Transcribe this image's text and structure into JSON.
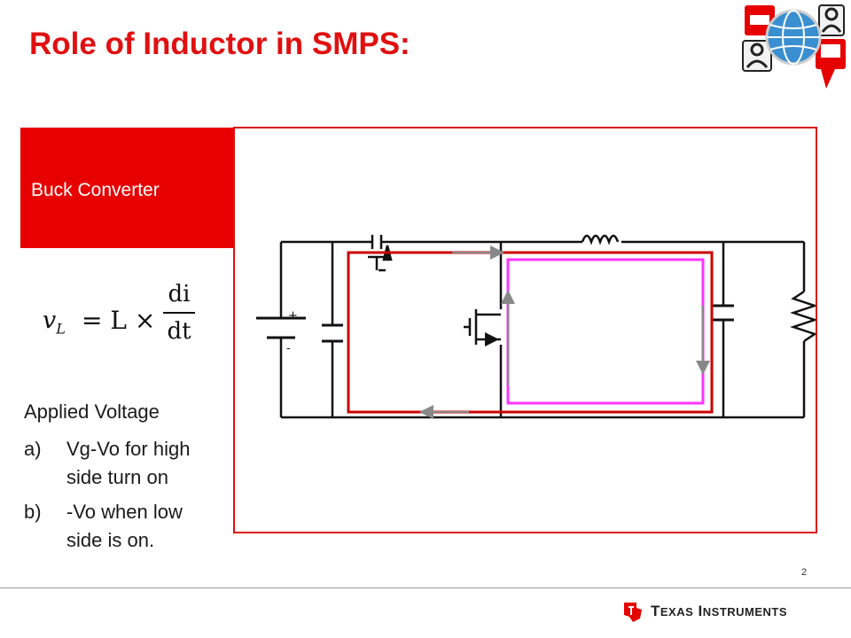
{
  "title": "Role of Inductor in SMPS:",
  "section_label": "Buck Converter",
  "formula": {
    "lhs": "v",
    "lhs_sub": "L",
    "eq": "= L ×",
    "numerator": "di",
    "denominator": "dt"
  },
  "applied": {
    "heading": "Applied Voltage",
    "items": [
      {
        "marker": "a)",
        "text": "Vg-Vo for high side turn on"
      },
      {
        "marker": "b)",
        "text": "-Vo when low side is on."
      }
    ]
  },
  "circuit": {
    "plus_label": "+",
    "minus_label": "-",
    "high_side_loop_color": "#cc0000",
    "low_side_loop_color": "#ff33ff",
    "arrow_color": "#888888",
    "wire_color": "#111111"
  },
  "page_number": "2",
  "footer": {
    "company_big_1": "T",
    "company_small_1": "EXAS",
    "company_big_2": "I",
    "company_small_2": "NSTRUMENTS"
  },
  "colors": {
    "accent": "#e60000",
    "title": "#e01010"
  }
}
